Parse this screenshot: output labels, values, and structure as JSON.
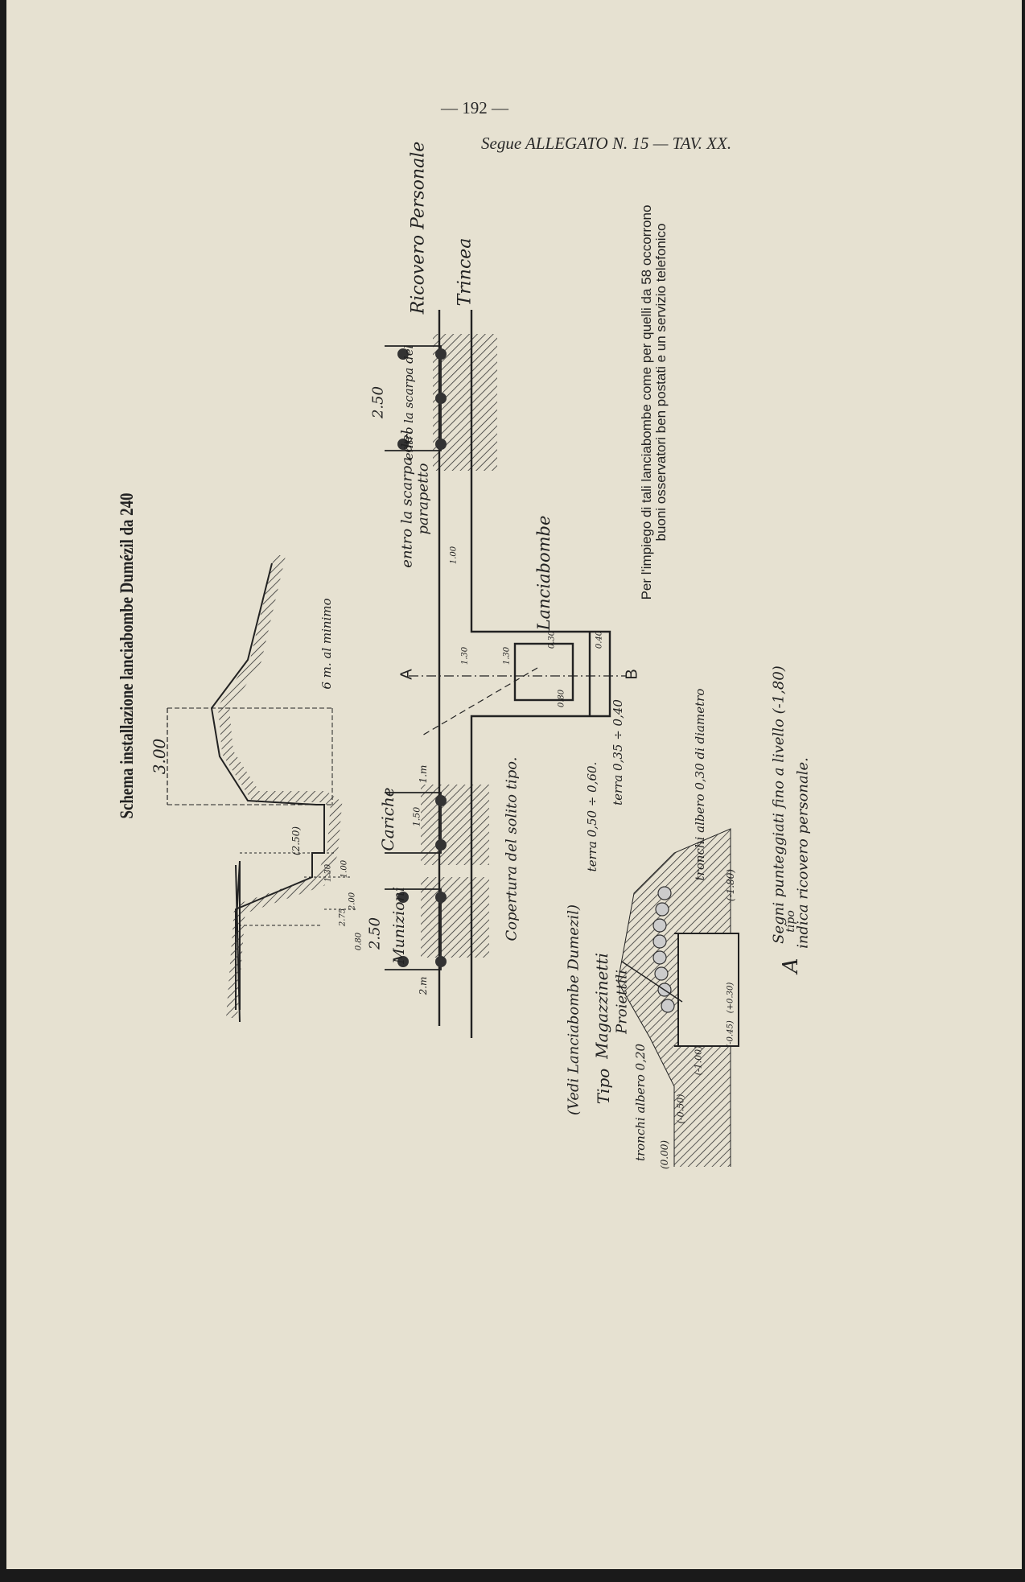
{
  "header": {
    "page_number": "— 192 —",
    "reference": "Segue ALLEGATO N. 15 — TAV. XX."
  },
  "diagram": {
    "title": "Schema installazione lanciabombe Dumézil da 240",
    "note_lines": [
      "Per l'impiego di tali lanciabombe come per quelli da 58 occorrono",
      "buoni osservatori ben postati e un servizio telefonico"
    ],
    "labels": {
      "ricovero": "Ricovero Personale",
      "trincea": "Trincea",
      "scarpa": "entro la scarpa del",
      "parapetto": "parapetto",
      "ricovero_width": "2.50",
      "lanciabombe": "Lanciabombe",
      "point_a": "A",
      "point_b": "B",
      "cariche": "Cariche",
      "cariche_dim": "1.50",
      "cariche_depth": "1.m",
      "munizioni": "Munizioni",
      "munizioni_width": "2.50",
      "munizioni_depth": "2.m",
      "trench_width": "1.00",
      "lanc_dim_1": "1.30",
      "lanc_dim_2": "1.30",
      "lanc_dim_3": "0.80",
      "lanc_dim_4": "0.40",
      "lanc_dim_5": "0.30",
      "copertura": "Copertura del solito tipo.",
      "vedi": "(Vedi Lanciabombe Dumezil)",
      "tipo": "Tipo",
      "magazzinetti": "Magazzinetti",
      "proiettili": "Proiettili",
      "terra_1": "terra 0,50 ÷ 0,60.",
      "terra_2": "terra 0,35 ÷ 0,40",
      "tronchi_1": "tronchi albero 0,30 di diametro",
      "tronchi_2": "tronchi albero 0,20",
      "level_000": "(0.00)",
      "level_050": "(-0.50)",
      "level_100": "(-1.00)",
      "level_180": "(-1.80)",
      "level_045": "(-0.45)",
      "level_030": "(+0.30)",
      "profile_300": "3.00",
      "profile_250": "(2.50)",
      "profile_6m": "6 m. al minimo",
      "profile_200": "2.00",
      "profile_130": "1.30",
      "profile_275": "2.75",
      "profile_100": "1.00",
      "profile_080": "0.80",
      "legend_a": "A",
      "legend_line1": "Segni punteggiati fino a livello (-1,80)",
      "legend_line2": "tipo",
      "legend_line3": "indica ricovero personale."
    }
  }
}
